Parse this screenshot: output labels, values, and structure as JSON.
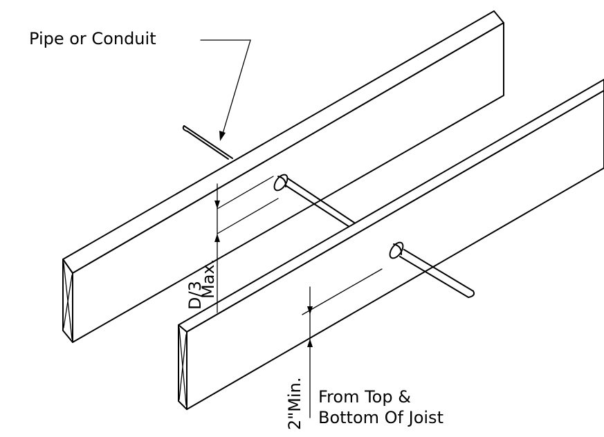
{
  "labels": {
    "pipe": "Pipe or Conduit",
    "d3": "D/3",
    "max": "Max.",
    "min": "2\"Min.",
    "from_top": "From Top &",
    "bottom": "Bottom Of Joist"
  },
  "colors": {
    "ink": "#000000",
    "background": "#ffffff"
  }
}
